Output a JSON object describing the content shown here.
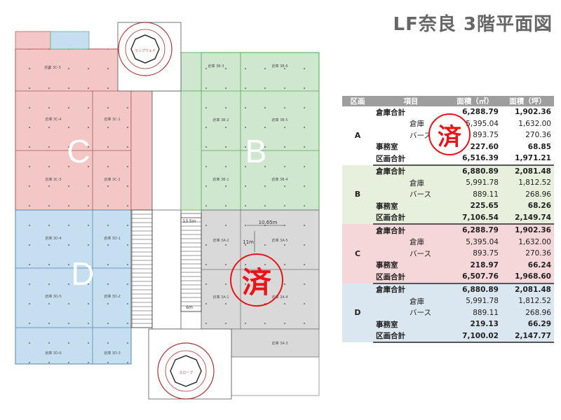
{
  "title": "LF奈良 3階平面図",
  "plan": {
    "zones": [
      "C",
      "B",
      "D"
    ],
    "rooms": {
      "r3c3": "倉庫 3C-3",
      "r3c4": "倉庫 3C-4",
      "r3c1": "倉庫 3C-1",
      "r3c5": "倉庫 3C-5",
      "r3c2": "倉庫 3C-2",
      "r3d4": "倉庫 3D-4",
      "r3d1": "倉庫 3D-1",
      "r3d5": "倉庫 3D-5",
      "r3d2": "倉庫 3D-2",
      "r3d6": "倉庫 3D-6",
      "r3d3": "倉庫 3D-3",
      "r3b3": "倉庫 3B-3",
      "r3b6": "倉庫 3B-6",
      "r3b2": "倉庫 3B-2",
      "r3b5": "倉庫 3B-5",
      "r3b1": "倉庫 3B-1",
      "r3b4": "倉庫 3B-4",
      "r3a2": "倉庫 3A-2",
      "r3a5": "倉庫 3A-5",
      "r3a1": "倉庫 3A-1",
      "r3a4": "倉庫 3A-4",
      "r3a3": "倉庫 3A-3"
    },
    "dim_a": "13.5m",
    "dim_b": "10.65m",
    "dim_c": "11m",
    "dim_d": "6m",
    "ramp_top": "ランプウェイ",
    "ramp_bottom": "スロープ"
  },
  "stamps": [
    "済",
    "済"
  ],
  "table": {
    "headers": [
      "区画",
      "項目",
      "面積（㎡）",
      "面積（坪）"
    ],
    "zones": [
      {
        "zone": "A",
        "color": "#ffffff",
        "rows": [
          {
            "label": "倉庫合計",
            "sqm": "6,288.79",
            "tsubo": "1,902.36"
          },
          {
            "label": "倉庫",
            "sqm": "5,395.04",
            "tsubo": "1,632.00"
          },
          {
            "label": "バース",
            "sqm": "893.75",
            "tsubo": "270.36"
          },
          {
            "label": "事務室",
            "sqm": "227.60",
            "tsubo": "68.85"
          },
          {
            "label": "区画合計",
            "sqm": "6,516.39",
            "tsubo": "1,971.21"
          }
        ]
      },
      {
        "zone": "B",
        "color": "#e6f0dc",
        "rows": [
          {
            "label": "倉庫合計",
            "sqm": "6,880.89",
            "tsubo": "2,081.48"
          },
          {
            "label": "倉庫",
            "sqm": "5,991.78",
            "tsubo": "1,812.52"
          },
          {
            "label": "バース",
            "sqm": "889.11",
            "tsubo": "268.96"
          },
          {
            "label": "事務室",
            "sqm": "225.65",
            "tsubo": "68.26"
          },
          {
            "label": "区画合計",
            "sqm": "7,106.54",
            "tsubo": "2,149.74"
          }
        ]
      },
      {
        "zone": "C",
        "color": "#f6d7d9",
        "rows": [
          {
            "label": "倉庫合計",
            "sqm": "6,288.79",
            "tsubo": "1,902.36"
          },
          {
            "label": "倉庫",
            "sqm": "5,395.04",
            "tsubo": "1,632.00"
          },
          {
            "label": "バース",
            "sqm": "893.75",
            "tsubo": "270.36"
          },
          {
            "label": "事務室",
            "sqm": "218.97",
            "tsubo": "66.24"
          },
          {
            "label": "区画合計",
            "sqm": "6,507.76",
            "tsubo": "1,968.60"
          }
        ]
      },
      {
        "zone": "D",
        "color": "#dbe7f0",
        "rows": [
          {
            "label": "倉庫合計",
            "sqm": "6,880.89",
            "tsubo": "2,081.48"
          },
          {
            "label": "倉庫",
            "sqm": "5,991.78",
            "tsubo": "1,812.52"
          },
          {
            "label": "バース",
            "sqm": "889.11",
            "tsubo": "268.96"
          },
          {
            "label": "事務室",
            "sqm": "219.13",
            "tsubo": "66.29"
          },
          {
            "label": "区画合計",
            "sqm": "7,100.02",
            "tsubo": "2,147.77"
          }
        ]
      }
    ]
  },
  "colors": {
    "zone_c": "#f4c7c7",
    "zone_b": "#cfe6cf",
    "zone_d": "#c5dff0",
    "zone_a": "#d9d9d9",
    "stamp": "#e8141a"
  }
}
